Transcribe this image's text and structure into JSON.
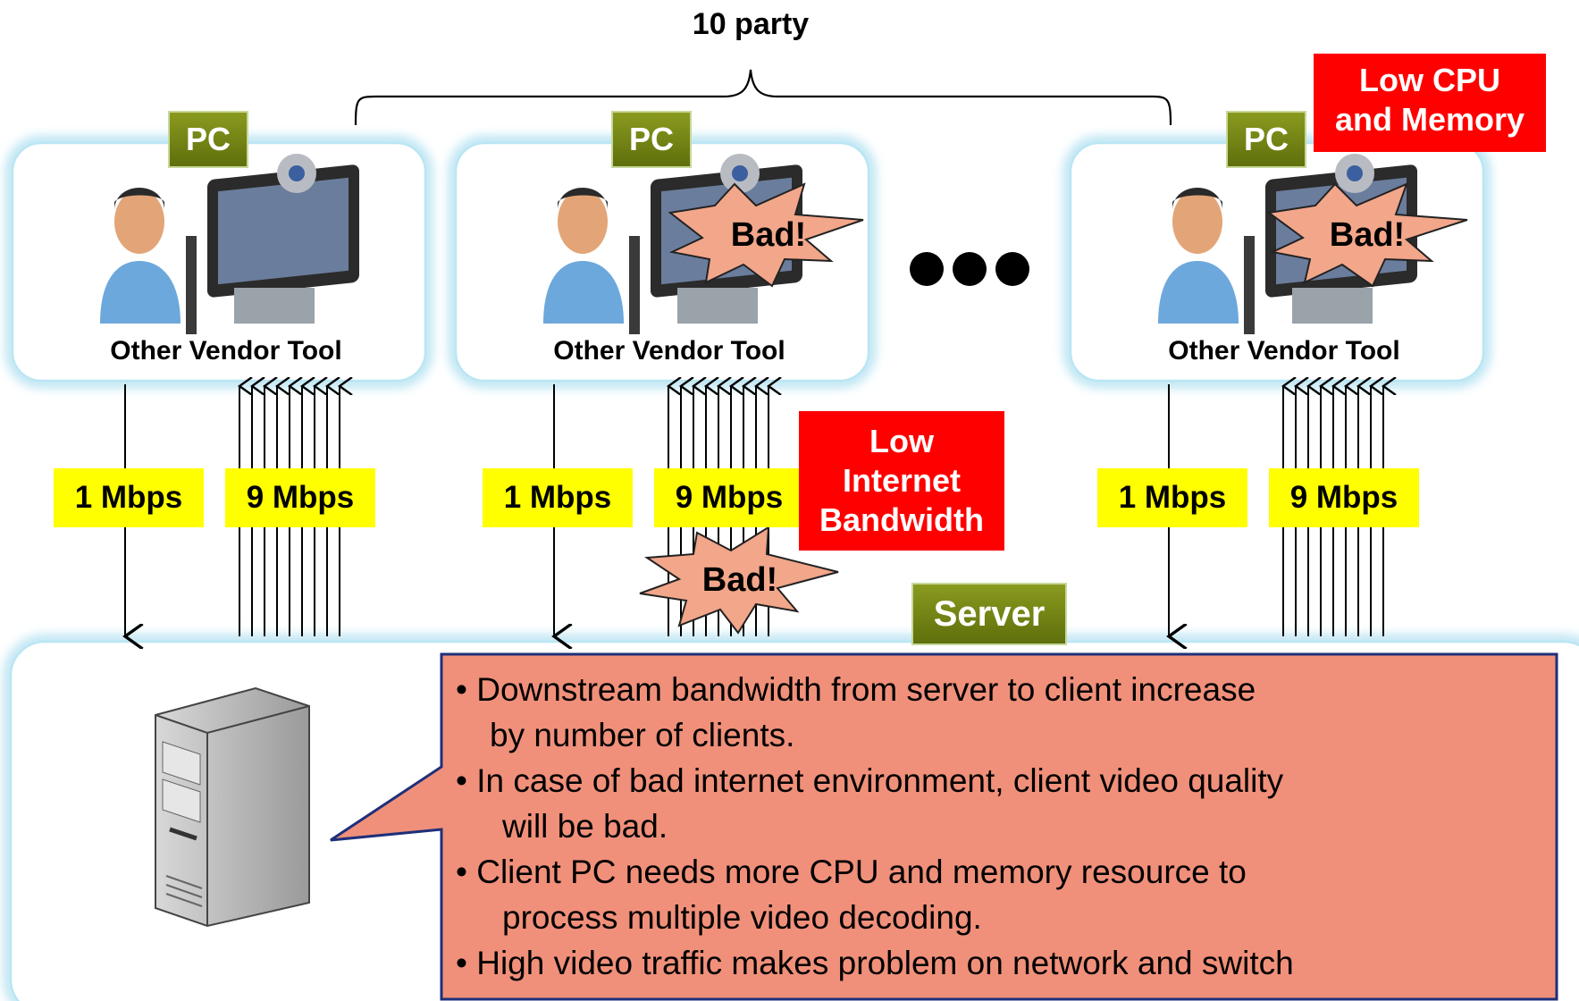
{
  "title": "10 party",
  "pc_label": "PC",
  "vendor_label": "Other Vendor Tool",
  "uplink_label": "1 Mbps",
  "downlink_label": "9 Mbps",
  "bad_label": "Bad!",
  "notes": {
    "cpu": [
      "Low CPU",
      "and Memory"
    ],
    "bandwidth": [
      "Low",
      "Internet",
      "Bandwidth"
    ]
  },
  "server_label": "Server",
  "bullets": [
    {
      "line1": "• Downstream bandwidth from server to client increase",
      "line2": "by number of clients."
    },
    {
      "line1": "• In case of bad internet environment, client video quality",
      "line2": "will be bad."
    },
    {
      "line1": "• Client PC needs more CPU and memory resource to",
      "line2": "process multiple video decoding."
    },
    {
      "line1": "• High video traffic makes problem on network and switch",
      "line2": ""
    }
  ],
  "colors": {
    "panel_border": "#bfe6f2",
    "tag_green": "#6f7f14",
    "label_yellow": "#ffff00",
    "warning_red": "#ff0000",
    "callout_fill": "#f0907a"
  }
}
